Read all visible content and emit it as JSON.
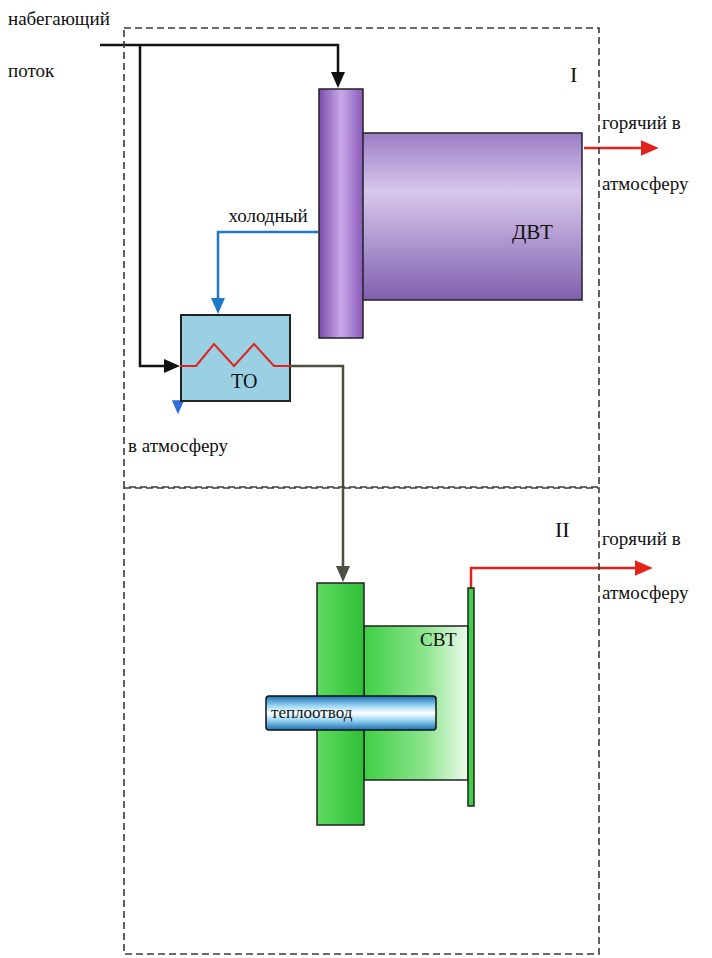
{
  "diagram": {
    "nodes": [
      {
        "text": [
          "I"
        ]
      },
      {
        "text": [
          "ДВТ"
        ],
        "in": 0
      },
      {
        "text": [
          "ТО"
        ],
        "in": 0
      },
      {
        "text": [
          "II"
        ]
      },
      {
        "text": [
          "СВТ"
        ],
        "in": 3
      },
      {
        "text": [
          "теплоотвод"
        ],
        "in": 4
      }
    ],
    "edges": [
      {
        "from": 1,
        "to": 2,
        "arrow": "to",
        "label": "холодный"
      },
      {
        "from": 2,
        "to": 4,
        "arrow": "to"
      }
    ],
    "labels": [
      "набегающий поток",
      "горячий в атмосферу",
      "в атмосферу",
      "горячий в атмосферу"
    ]
  }
}
